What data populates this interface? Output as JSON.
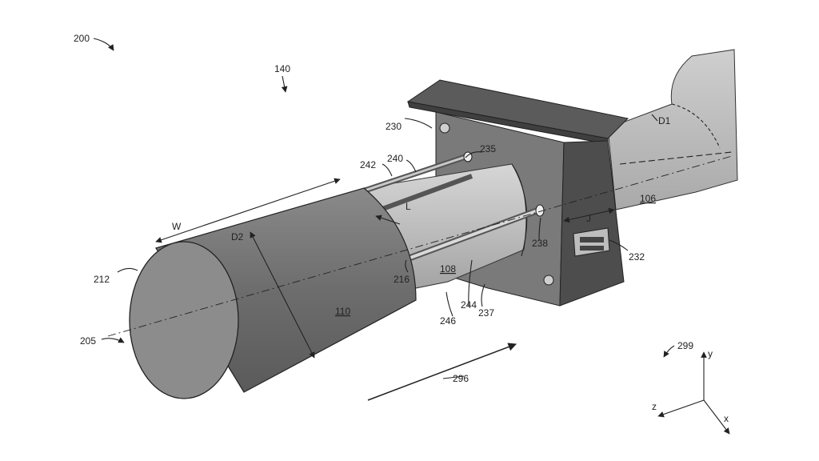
{
  "figure": {
    "labels": {
      "fig": "200",
      "assembly": "140",
      "w": "W",
      "d2": "D2",
      "l": "L",
      "j": "J",
      "d1": "D1",
      "r212": "212",
      "r205": "205",
      "r110": "110",
      "r216": "216",
      "r108": "108",
      "r246": "246",
      "r244": "244",
      "r237": "237",
      "r238": "238",
      "r232": "232",
      "r230": "230",
      "r242": "242",
      "r240": "240",
      "r235": "235",
      "r106": "106",
      "r296": "296",
      "r299": "299",
      "axis_y": "y",
      "axis_z": "z",
      "axis_x": "x"
    }
  }
}
